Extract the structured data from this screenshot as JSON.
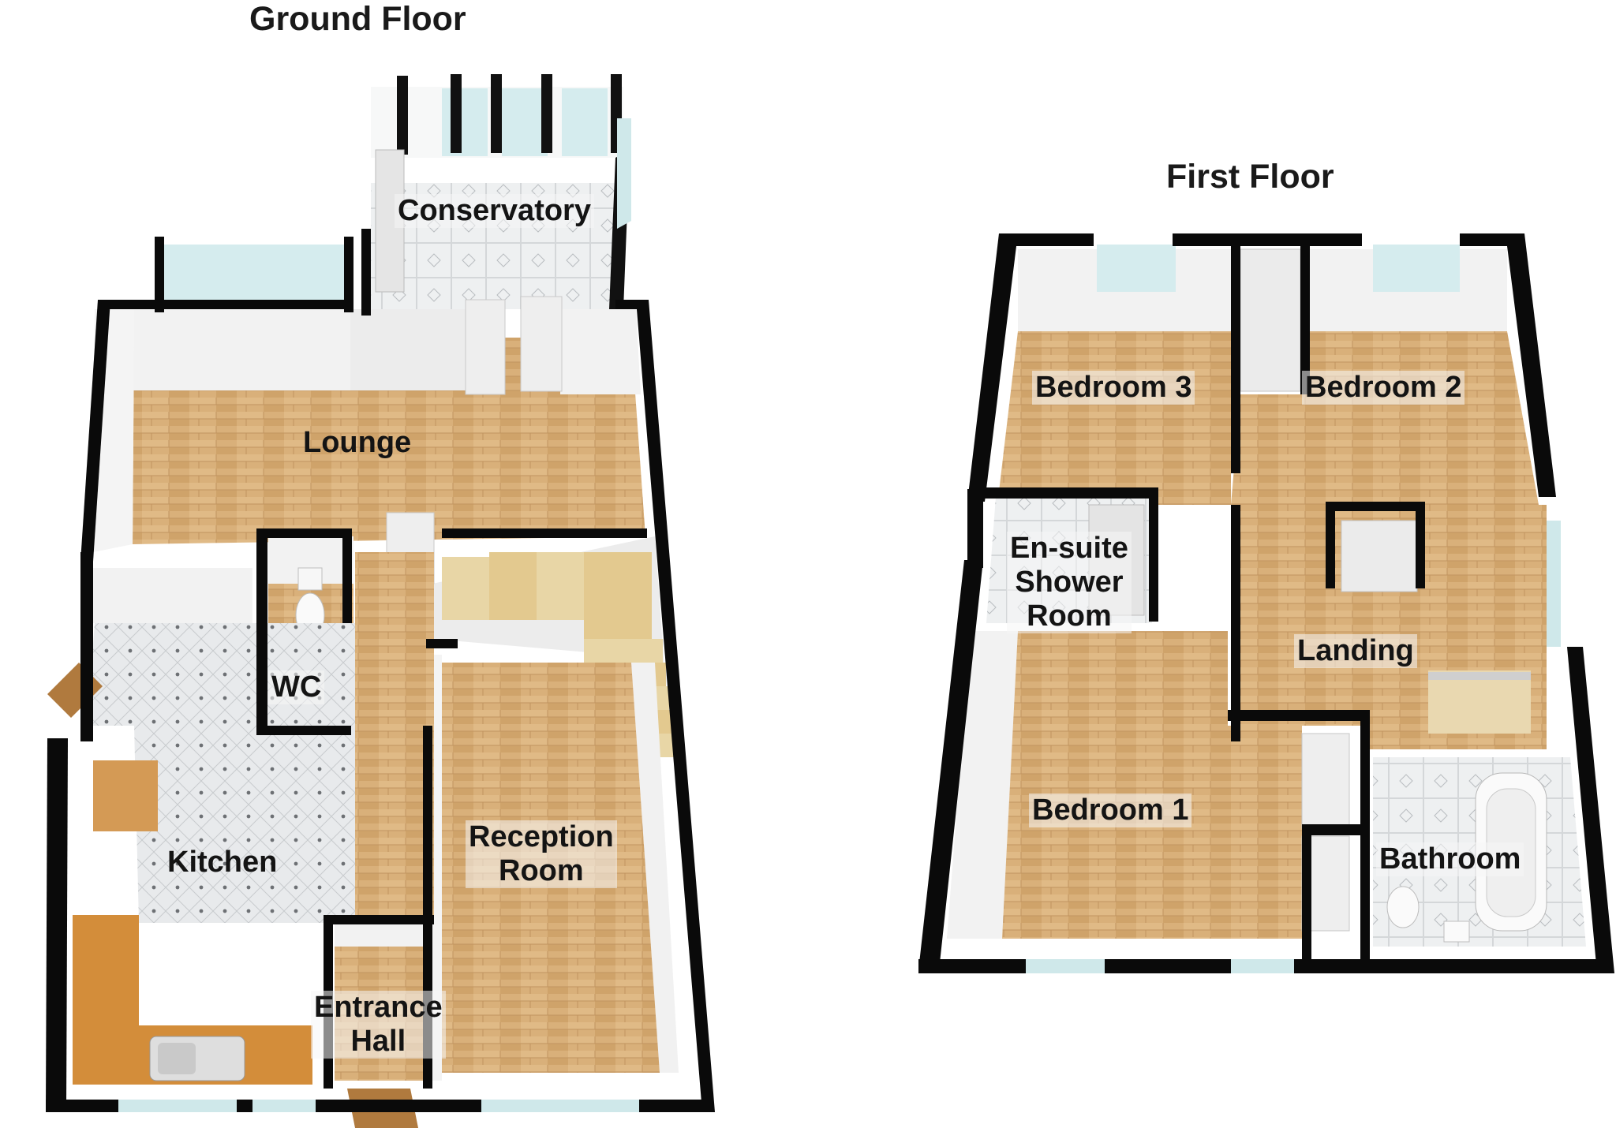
{
  "floors": {
    "ground": {
      "title": "Ground Floor",
      "rooms": {
        "conservatory": "Conservatory",
        "lounge": "Lounge",
        "wc": "WC",
        "kitchen": "Kitchen",
        "reception_line1": "Reception",
        "reception_line2": "Room",
        "entrance_line1": "Entrance",
        "entrance_line2": "Hall"
      }
    },
    "first": {
      "title": "First Floor",
      "rooms": {
        "bedroom3": "Bedroom 3",
        "bedroom2": "Bedroom 2",
        "ensuite_line1": "En-suite",
        "ensuite_line2": "Shower",
        "ensuite_line3": "Room",
        "landing": "Landing",
        "bedroom1": "Bedroom 1",
        "bathroom": "Bathroom"
      }
    }
  },
  "colors": {
    "wall": "#0a0a0a",
    "wall_face": "#f4f4f4",
    "wood_floor": "#d9b07a",
    "tile_floor": "#e6e8ea",
    "glass": "#cfe8ea",
    "worktop": "#d38d3a",
    "stairs": "#e3c98f"
  }
}
